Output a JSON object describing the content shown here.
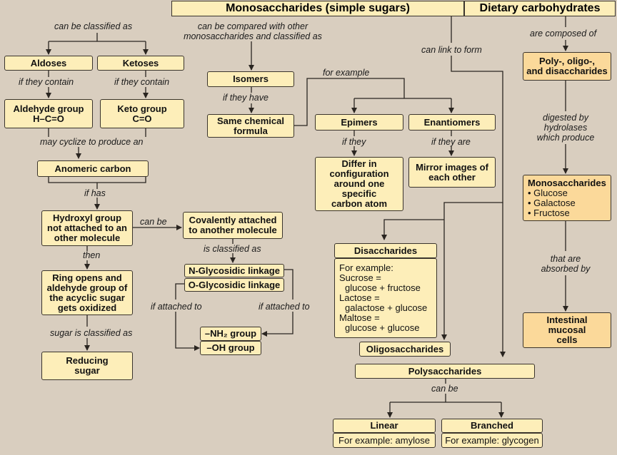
{
  "titles": {
    "main": "Monosaccharides (simple sugars)",
    "side": "Dietary carbohydrates"
  },
  "labels": {
    "classified_as": "can be classified as",
    "compared_1": "can be compared with other",
    "compared_2": "monosaccharides and classified as",
    "can_link": "can link to form",
    "composed_of": "are composed of",
    "if_contain_1": "if they contain",
    "if_contain_2": "if they contain",
    "if_they_have": "if they have",
    "for_example": "for example",
    "cyclize": "may cyclize to produce an",
    "if_they": "if they",
    "if_they_are": "if they are",
    "if_has": "if has",
    "can_be_1": "can be",
    "is_classified_as": "is classified as",
    "then": "then",
    "if_attached_1": "if attached to",
    "if_attached_2": "if attached to",
    "sugar_classified": "sugar is classified as",
    "digested_1": "digested by",
    "digested_2": "hydrolases",
    "digested_3": "which produce",
    "absorbed_1": "that are",
    "absorbed_2": "absorbed by",
    "can_be_2": "can be"
  },
  "boxes": {
    "aldoses": "Aldoses",
    "ketoses": "Ketoses",
    "isomers": "Isomers",
    "aldehyde_1": "Aldehyde group",
    "aldehyde_2": "H–C=O",
    "keto_1": "Keto group",
    "keto_2": "C=O",
    "same_chem_1": "Same chemical",
    "same_chem_2": "formula",
    "epimers": "Epimers",
    "enantiomers": "Enantiomers",
    "anomeric": "Anomeric carbon",
    "differ": [
      "Differ in",
      "configuration",
      "around one",
      "specific",
      "carbon atom"
    ],
    "mirror": [
      "Mirror images of",
      "each other"
    ],
    "hydroxyl": [
      "Hydroxyl group",
      "not attached to an",
      "other molecule"
    ],
    "covalent": [
      "Covalently attached",
      "to another molecule"
    ],
    "n_glyco": "N-Glycosidic linkage",
    "o_glyco": "O-Glycosidic linkage",
    "ring": [
      "Ring opens and",
      "aldehyde group of",
      "the acyclic sugar",
      "gets oxidized"
    ],
    "nh2": "–NH₂ group",
    "oh": "–OH group",
    "reducing": [
      "Reducing",
      "sugar"
    ],
    "poly_oligo": [
      "Poly-, oligo-,",
      "and disaccharides"
    ],
    "disaccharides": "Disaccharides",
    "disacc_examples": [
      "For example:",
      "Sucrose =",
      "  glucose + fructose",
      "Lactose  =",
      "  galactose + glucose",
      "Maltose  =",
      "  glucose + glucose"
    ],
    "oligosaccharides": "Oligosaccharides",
    "polysaccharides": "Polysaccharides",
    "mono_title": "Monosaccharides",
    "mono_items": [
      "• Glucose",
      "• Galactose",
      "• Fructose"
    ],
    "intestinal": [
      "Intestinal",
      "mucosal",
      "cells"
    ],
    "linear": "Linear",
    "linear_ex": "For example: amylose",
    "branched": "Branched",
    "branched_ex": "For example: glycogen"
  }
}
